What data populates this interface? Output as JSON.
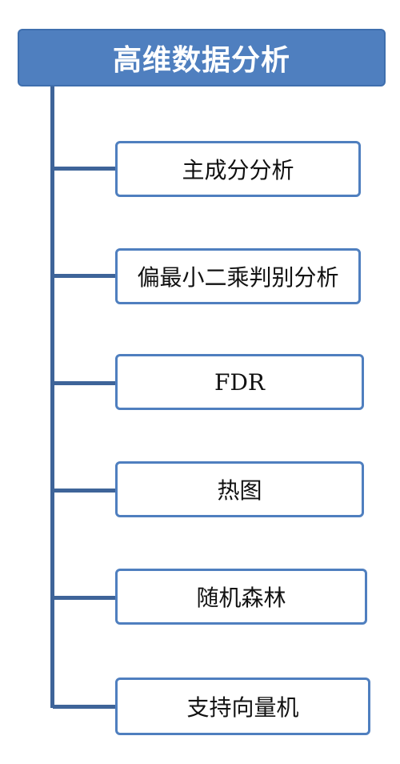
{
  "root": {
    "title": "高维数据分析"
  },
  "children": [
    {
      "label": "主成分分析"
    },
    {
      "label": "偏最小二乘判别分析"
    },
    {
      "label": "FDR"
    },
    {
      "label": "热图"
    },
    {
      "label": "随机森林"
    },
    {
      "label": "支持向量机"
    }
  ]
}
